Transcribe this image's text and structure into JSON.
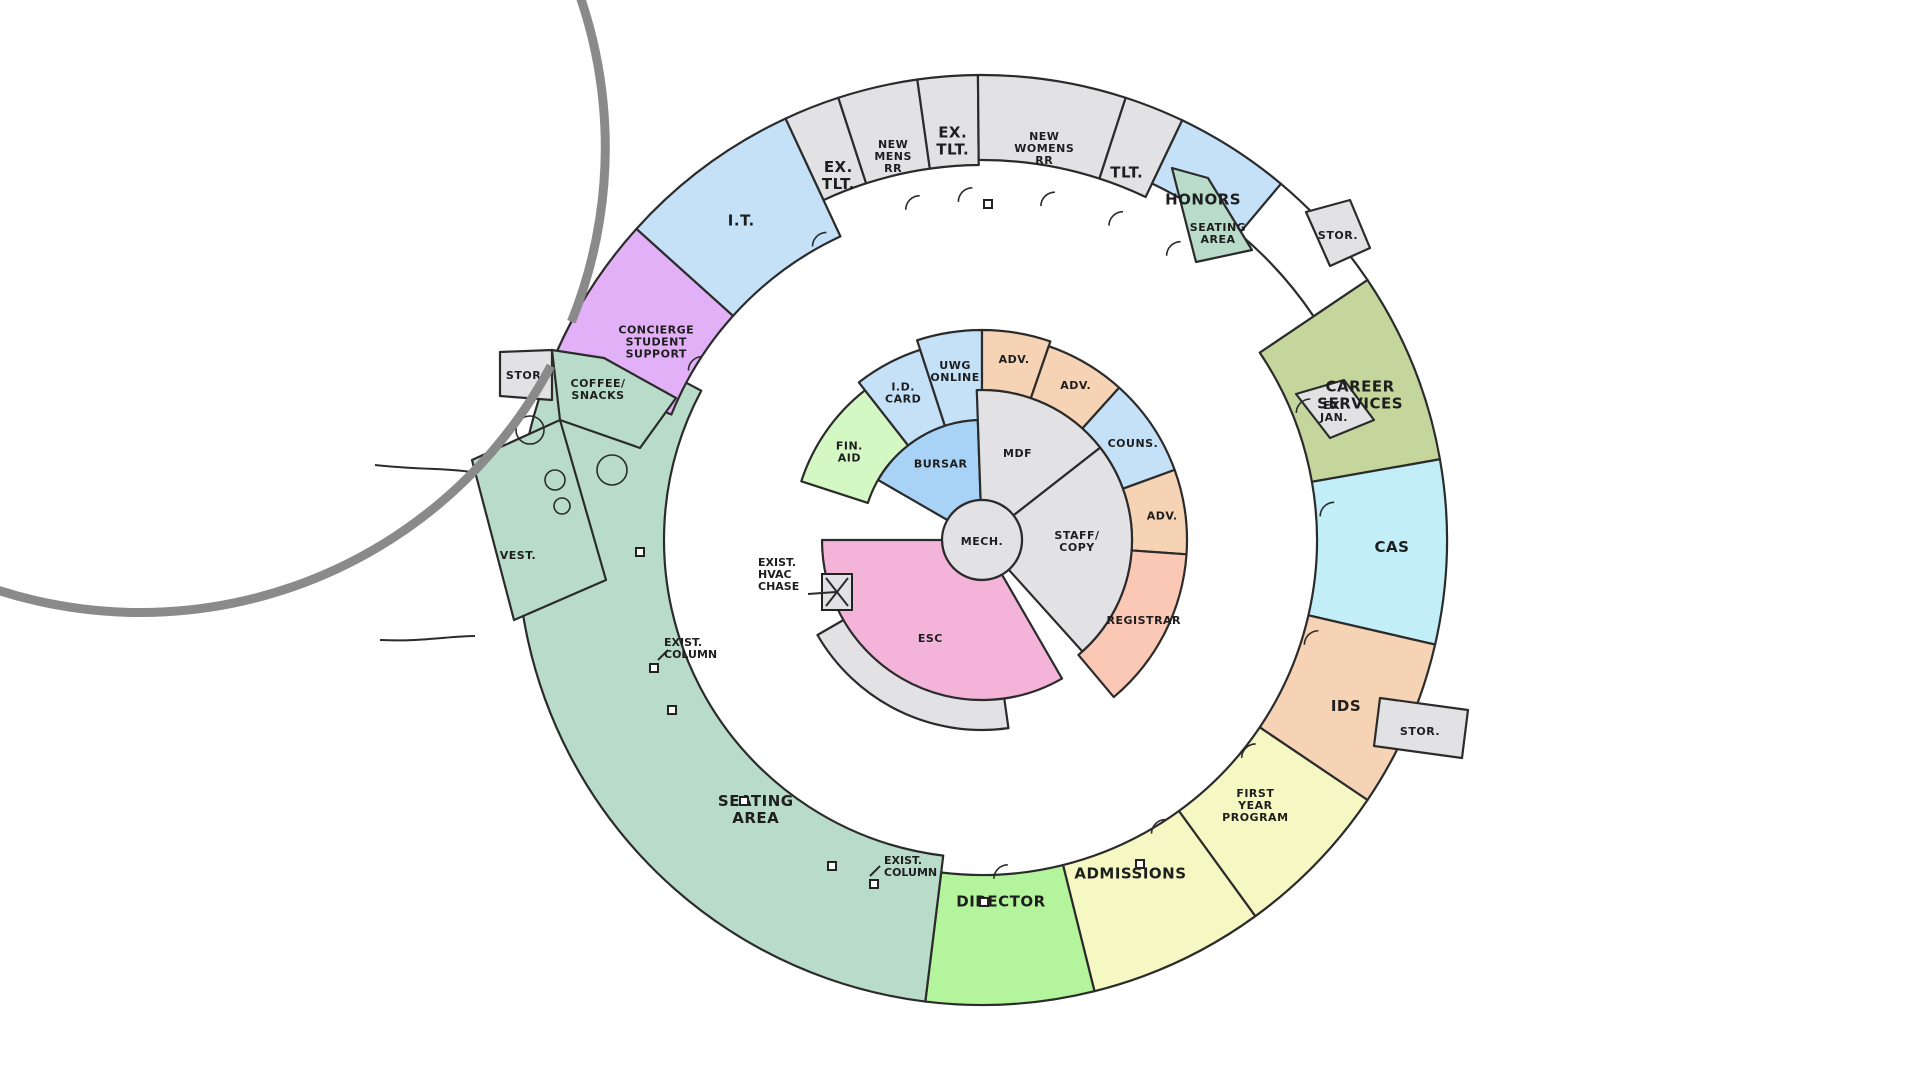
{
  "colors": {
    "gray": "#e2e2e4",
    "blue": "#c4e1f8",
    "blue_dark": "#a8d2f6",
    "purple": "#e1b0f6",
    "green_pale": "#b8dcc9",
    "olive": "#c4d69c",
    "cyan": "#c2eef8",
    "orange": "#f6d3b4",
    "salmon": "#fbc8b6",
    "yellow": "#f6f8c4",
    "lime": "#b4f49c",
    "lime_light": "#d4f8c4",
    "pink": "#f4b4da"
  },
  "outer_ring": [
    {
      "id": "ex-tlt-1",
      "label": "EX.\nTLT.",
      "a0": -115,
      "a1": -108,
      "color": "gray",
      "la": -111.5,
      "lr": 392
    },
    {
      "id": "new-mens-rr",
      "label": "NEW\nMENS\nRR",
      "a0": -108,
      "a1": -98,
      "color": "gray",
      "la": -103,
      "lr": 395
    },
    {
      "id": "ex-tlt-2",
      "label": "EX.\nTLT.",
      "a0": -98,
      "a1": -90.5,
      "color": "gray",
      "la": -94.2,
      "lr": 400
    },
    {
      "id": "new-womens-rr",
      "label": "NEW\nWOMENS\nRR",
      "a0": -90.5,
      "a1": -72,
      "color": "gray",
      "la": -81,
      "lr": 398
    },
    {
      "id": "tlt",
      "label": "TLT.",
      "a0": -72,
      "a1": -64.5,
      "color": "gray",
      "la": -68.5,
      "lr": 395
    },
    {
      "id": "honors",
      "label": "HONORS",
      "a0": -64.5,
      "a1": -50,
      "color": "blue",
      "la": -57,
      "lr": 406
    },
    {
      "id": "career-services",
      "label": "CAREER\nSERVICES",
      "a0": -34,
      "a1": -10,
      "color": "olive",
      "la": -21,
      "lr": 405
    },
    {
      "id": "cas",
      "label": "CAS",
      "a0": -10,
      "a1": 13,
      "color": "cyan",
      "la": 1,
      "lr": 410
    },
    {
      "id": "ids",
      "label": "IDS",
      "a0": 13,
      "a1": 34,
      "color": "orange",
      "la": 24.5,
      "lr": 400
    },
    {
      "id": "first-year-program",
      "label": "FIRST\nYEAR\nPROGRAM",
      "a0": 34,
      "a1": 54,
      "color": "yellow",
      "la": 44,
      "lr": 380
    },
    {
      "id": "admissions",
      "label": "ADMISSIONS",
      "a0": 54,
      "a1": 76,
      "color": "yellow",
      "la": 66,
      "lr": 365
    },
    {
      "id": "director",
      "label": "DIRECTOR",
      "a0": 76,
      "a1": 97,
      "color": "lime",
      "la": 87,
      "lr": 362
    },
    {
      "id": "seating-area-main",
      "label": "SEATING\nAREA",
      "a0": 97,
      "a1": 208,
      "color": "green_pale",
      "la": 130,
      "lr": 352
    },
    {
      "id": "concierge",
      "label": "CONCIERGE\nSTUDENT\nSUPPORT",
      "a0": -158,
      "a1": -138,
      "color": "purple",
      "la": -148.5,
      "lr": 382
    },
    {
      "id": "it",
      "label": "I.T.",
      "a0": -138,
      "a1": -115,
      "color": "blue",
      "la": -127,
      "lr": 400
    }
  ],
  "middle_ring": [
    {
      "id": "ex-jan",
      "label": "EX.\nJAN.",
      "color": "gray"
    },
    {
      "id": "stor-right",
      "label": "STOR.",
      "color": "gray"
    },
    {
      "id": "stor-top-right",
      "label": "STOR.",
      "color": "gray"
    },
    {
      "id": "stor-left",
      "label": "STOR.",
      "color": "gray"
    },
    {
      "id": "seating-area-small",
      "label": "SEATING\nAREA",
      "color": "green_pale"
    },
    {
      "id": "coffee-snacks",
      "label": "COFFEE/\nSNACKS",
      "color": "green_pale"
    },
    {
      "id": "vest",
      "label": "VEST.",
      "color": "green_pale"
    }
  ],
  "core": [
    {
      "id": "fin-aid",
      "label": "FIN.\nAID",
      "color": "lime_light"
    },
    {
      "id": "id-card",
      "label": "I.D.\nCARD",
      "color": "blue"
    },
    {
      "id": "uwg-online",
      "label": "UWG\nONLINE",
      "color": "blue"
    },
    {
      "id": "adv-1",
      "label": "ADV.",
      "color": "orange"
    },
    {
      "id": "adv-2",
      "label": "ADV.",
      "color": "orange"
    },
    {
      "id": "couns",
      "label": "COUNS.",
      "color": "blue"
    },
    {
      "id": "adv-3",
      "label": "ADV.",
      "color": "orange"
    },
    {
      "id": "registrar",
      "label": "REGISTRAR",
      "color": "salmon"
    },
    {
      "id": "bursar",
      "label": "BURSAR",
      "color": "blue_dark"
    },
    {
      "id": "mdf",
      "label": "MDF",
      "color": "gray"
    },
    {
      "id": "staff-copy",
      "label": "STAFF/\nCOPY",
      "color": "gray"
    },
    {
      "id": "mech",
      "label": "MECH.",
      "color": "gray"
    },
    {
      "id": "esc",
      "label": "ESC",
      "color": "pink"
    }
  ],
  "annotations": {
    "hvac_chase": "EXIST.\nHVAC\nCHASE",
    "column_1": "EXIST.\nCOLUMN",
    "column_2": "EXIST.\nCOLUMN"
  }
}
